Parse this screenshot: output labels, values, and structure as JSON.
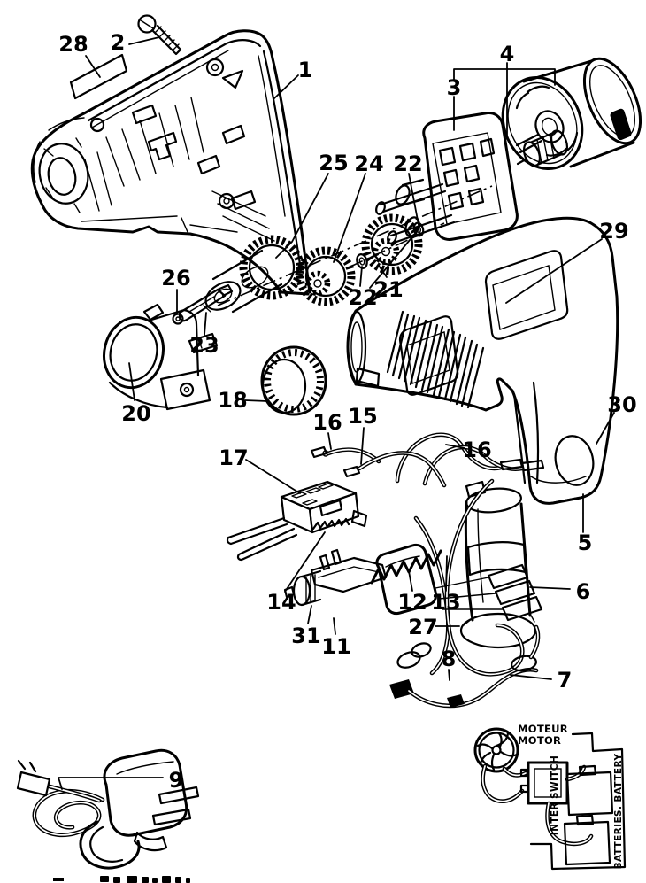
{
  "figure": {
    "kind": "exploded-parts-diagram",
    "subject": "cordless drill / driver exploded view with wiring schematic inset",
    "ink_color": "#000000",
    "paper_color": "#ffffff"
  },
  "callouts": [
    {
      "id": "c28",
      "label": "28"
    },
    {
      "id": "c2",
      "label": "2"
    },
    {
      "id": "c1",
      "label": "1"
    },
    {
      "id": "c3",
      "label": "3"
    },
    {
      "id": "c4",
      "label": "4"
    },
    {
      "id": "c25",
      "label": "25"
    },
    {
      "id": "c24",
      "label": "24"
    },
    {
      "id": "c22a",
      "label": "22"
    },
    {
      "id": "c22b",
      "label": "22"
    },
    {
      "id": "c21",
      "label": "21"
    },
    {
      "id": "c26",
      "label": "26"
    },
    {
      "id": "c23",
      "label": "23"
    },
    {
      "id": "c20",
      "label": "20"
    },
    {
      "id": "c18",
      "label": "18"
    },
    {
      "id": "c16l",
      "label": "16"
    },
    {
      "id": "c15",
      "label": "15"
    },
    {
      "id": "c16r",
      "label": "16"
    },
    {
      "id": "c17",
      "label": "17"
    },
    {
      "id": "c14",
      "label": "14"
    },
    {
      "id": "c31",
      "label": "31"
    },
    {
      "id": "c11",
      "label": "11"
    },
    {
      "id": "c12",
      "label": "12"
    },
    {
      "id": "c13",
      "label": "13"
    },
    {
      "id": "c27",
      "label": "27"
    },
    {
      "id": "c29",
      "label": "29"
    },
    {
      "id": "c30",
      "label": "30"
    },
    {
      "id": "c5",
      "label": "5"
    },
    {
      "id": "c6",
      "label": "6"
    },
    {
      "id": "c8",
      "label": "8"
    },
    {
      "id": "c7",
      "label": "7"
    },
    {
      "id": "c9",
      "label": "9"
    }
  ],
  "inset": {
    "motor_label_line1": "MOTEUR",
    "motor_label_line2": "MOTOR",
    "switch_label": "INTER SWITCH",
    "battery_label": "BATTERIES. BATTERY"
  }
}
